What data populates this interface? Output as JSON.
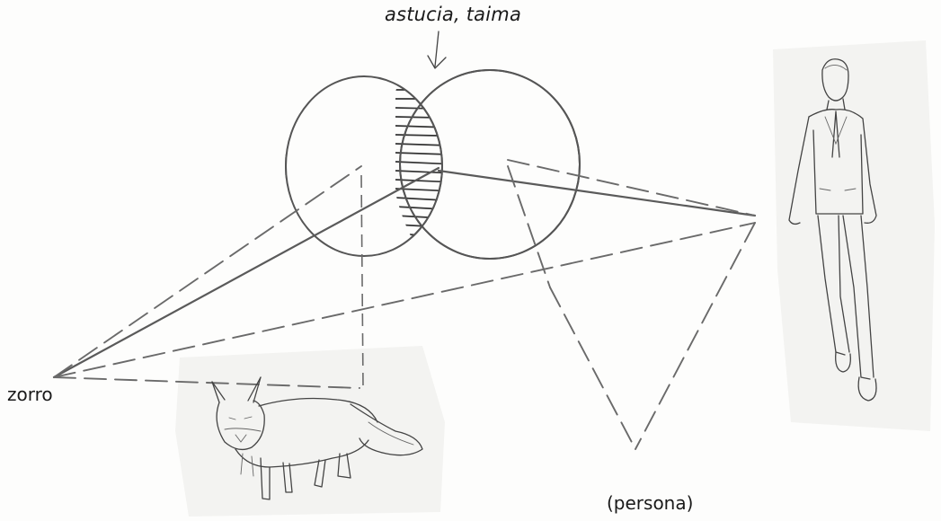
{
  "annotation": {
    "label": "astucia, taima"
  },
  "left_vertex": {
    "label": "zorro"
  },
  "right_vertex": {
    "label": "(persona)"
  },
  "colors": {
    "ink": "#222222",
    "hatch": "#333333",
    "paper": "#fdfdfc"
  },
  "icons": [
    "down-arrow-icon",
    "fox-sketch",
    "walking-man-sketch"
  ]
}
